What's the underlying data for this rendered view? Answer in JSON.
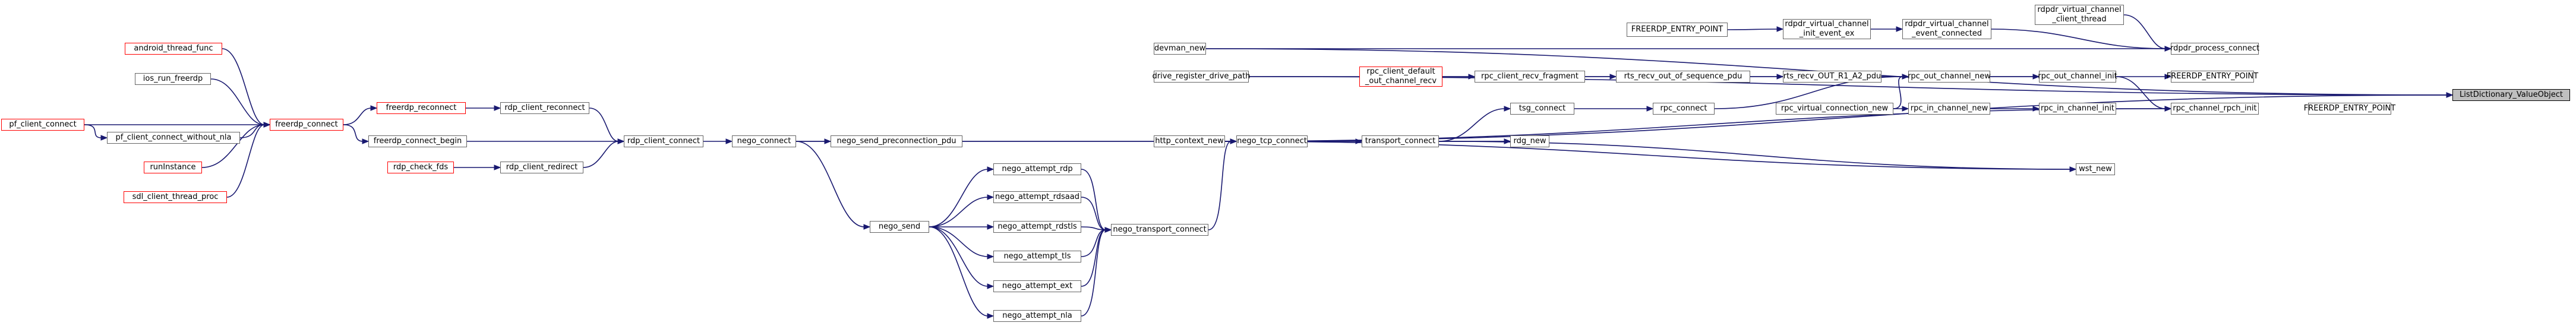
{
  "graph": {
    "colors": {
      "edge": "#191970",
      "node_border": "#666666",
      "unlinked_border": "#ff0000",
      "root_fill": "#bfbfbf"
    },
    "nodes": {
      "root": {
        "lines": [
          "ListDictionary_ValueObject"
        ]
      },
      "devman_new": {
        "lines": [
          "devman_new"
        ]
      },
      "drive_register_drive_path": {
        "lines": [
          "drive_register_drive_path"
        ]
      },
      "http_context_new": {
        "lines": [
          "http_context_new"
        ]
      },
      "rdpdr_process_connect": {
        "lines": [
          "rdpdr_process_connect"
        ]
      },
      "freerdp_entry_point_a": {
        "lines": [
          "FREERDP_ENTRY_POINT"
        ]
      },
      "freerdp_entry_point_b": {
        "lines": [
          "FREERDP_ENTRY_POINT"
        ]
      },
      "rpc_channel_rpch_init": {
        "lines": [
          "rpc_channel_rpch_init"
        ]
      },
      "rdg_new": {
        "lines": [
          "rdg_new"
        ]
      },
      "wst_new": {
        "lines": [
          "wst_new"
        ]
      },
      "rdpdr_virtual_channel_client_thread": {
        "lines": [
          "rdpdr_virtual_channel",
          "_client_thread"
        ]
      },
      "rdpdr_virtual_channel_event_connected": {
        "lines": [
          "rdpdr_virtual_channel",
          "_event_connected"
        ]
      },
      "rpc_out_channel_init": {
        "lines": [
          "rpc_out_channel_init"
        ]
      },
      "rpc_in_channel_init": {
        "lines": [
          "rpc_in_channel_init"
        ]
      },
      "transport_connect": {
        "lines": [
          "transport_connect"
        ]
      },
      "rdpdr_virtual_channel_init_event_ex": {
        "lines": [
          "rdpdr_virtual_channel",
          "_init_event_ex"
        ]
      },
      "rpc_out_channel_new": {
        "lines": [
          "rpc_out_channel_new"
        ]
      },
      "rpc_in_channel_new": {
        "lines": [
          "rpc_in_channel_new"
        ]
      },
      "nego_tcp_connect": {
        "lines": [
          "nego_tcp_connect"
        ]
      },
      "freerdp_entry_point_c": {
        "lines": [
          "FREERDP_ENTRY_POINT"
        ]
      },
      "rts_recv_out_r1_a2_pdu": {
        "lines": [
          "rts_recv_OUT_R1_A2_pdu"
        ]
      },
      "rpc_connect": {
        "lines": [
          "rpc_connect"
        ]
      },
      "rpc_virtual_connection_new": {
        "lines": [
          "rpc_virtual_connection_new"
        ]
      },
      "nego_connect": {
        "lines": [
          "nego_connect"
        ]
      },
      "nego_transport_connect": {
        "lines": [
          "nego_transport_connect"
        ]
      },
      "rts_recv_out_of_sequence_pdu": {
        "lines": [
          "rts_recv_out_of_sequence_pdu"
        ]
      },
      "tsg_connect": {
        "lines": [
          "tsg_connect"
        ]
      },
      "nego_send_preconnection_pdu": {
        "lines": [
          "nego_send_preconnection_pdu"
        ]
      },
      "rdp_client_connect": {
        "lines": [
          "rdp_client_connect"
        ]
      },
      "nego_attempt_rdp": {
        "lines": [
          "nego_attempt_rdp"
        ]
      },
      "nego_attempt_rdsaad": {
        "lines": [
          "nego_attempt_rdsaad"
        ]
      },
      "nego_attempt_rdstls": {
        "lines": [
          "nego_attempt_rdstls"
        ]
      },
      "nego_attempt_tls": {
        "lines": [
          "nego_attempt_tls"
        ]
      },
      "nego_attempt_ext": {
        "lines": [
          "nego_attempt_ext"
        ]
      },
      "nego_attempt_nla": {
        "lines": [
          "nego_attempt_nla"
        ]
      },
      "rpc_client_recv_fragment": {
        "lines": [
          "rpc_client_recv_fragment"
        ]
      },
      "nego_send": {
        "lines": [
          "nego_send"
        ]
      },
      "rdp_client_reconnect": {
        "lines": [
          "rdp_client_reconnect"
        ]
      },
      "freerdp_connect_begin": {
        "lines": [
          "freerdp_connect_begin"
        ]
      },
      "rdp_client_redirect": {
        "lines": [
          "rdp_client_redirect"
        ]
      },
      "rpc_client_default_out_channel_recv": {
        "lines": [
          "rpc_client_default",
          "_out_channel_recv"
        ]
      },
      "freerdp_reconnect": {
        "lines": [
          "freerdp_reconnect"
        ]
      },
      "freerdp_connect": {
        "lines": [
          "freerdp_connect"
        ]
      },
      "rdp_check_fds": {
        "lines": [
          "rdp_check_fds"
        ]
      },
      "android_thread_func": {
        "lines": [
          "android_thread_func"
        ]
      },
      "ios_run_freerdp": {
        "lines": [
          "ios_run_freerdp"
        ]
      },
      "pf_client_connect_without_nla": {
        "lines": [
          "pf_client_connect_without_nla"
        ]
      },
      "runinstance": {
        "lines": [
          "runInstance"
        ]
      },
      "sdl_client_thread_proc": {
        "lines": [
          "sdl_client_thread_proc"
        ]
      },
      "pf_client_connect": {
        "lines": [
          "pf_client_connect"
        ]
      }
    }
  }
}
